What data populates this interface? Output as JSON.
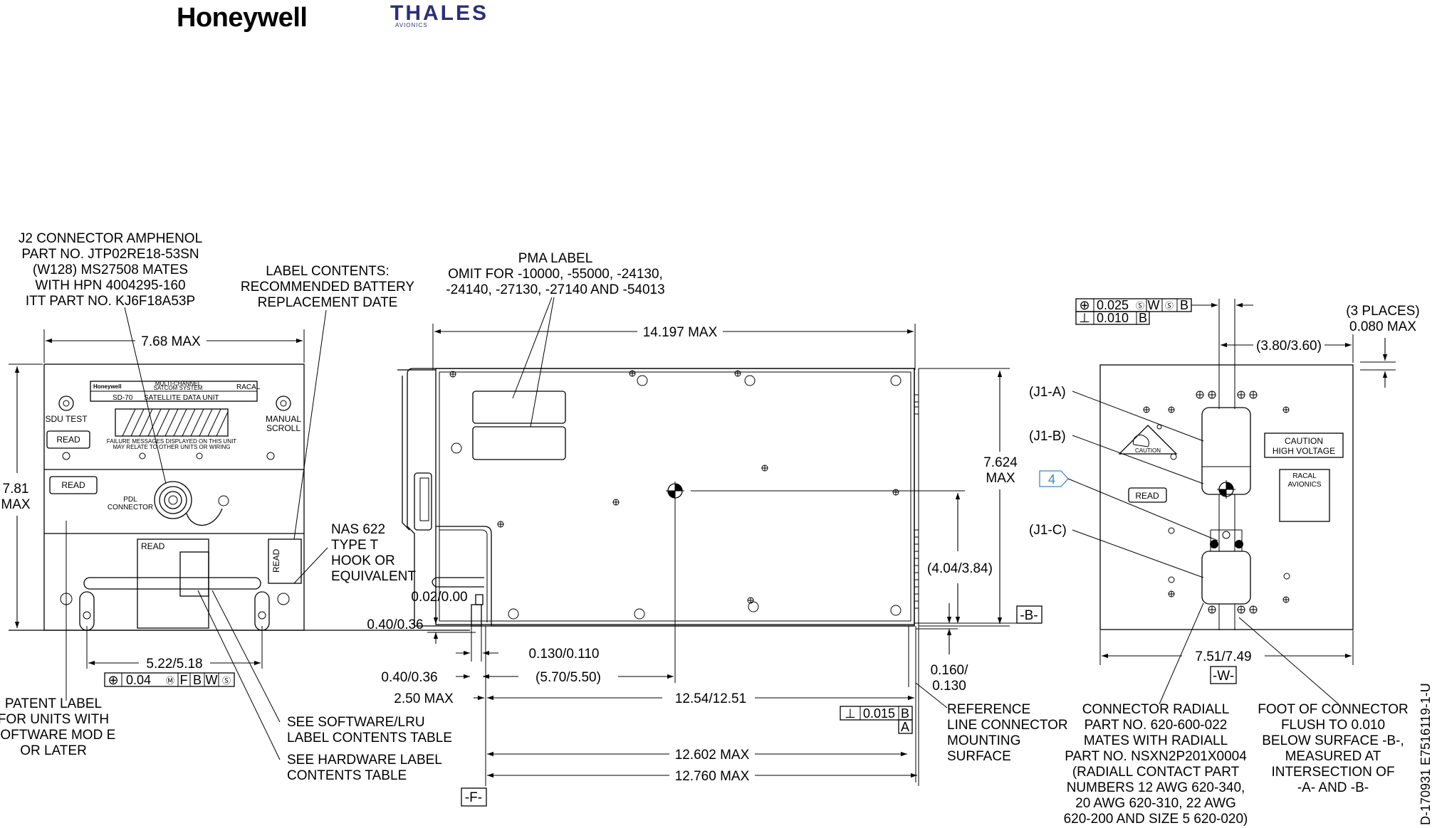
{
  "logos": {
    "honeywell": "Honeywell",
    "thales": "THALES",
    "thales_sub": "AVIONICS"
  },
  "front_view": {
    "j2_connector_note": [
      "J2 CONNECTOR AMPHENOL",
      "PART NO. JTP02RE18-53SN",
      "(W128) MS27508 MATES",
      "WITH HPN 4004295-160",
      "ITT PART NO. KJ6F18A53P"
    ],
    "label_contents_note": [
      "LABEL CONTENTS:",
      "RECOMMENDED BATTERY",
      "REPLACEMENT DATE"
    ],
    "width_dim": "7.68 MAX",
    "height_dim": [
      "7.81",
      "MAX"
    ],
    "panel_brand": "Honeywell",
    "panel_system": [
      "MULTI-CHANNEL",
      "SATCOM SYSTEM"
    ],
    "panel_racal": "RACAL",
    "panel_model": "SD-70",
    "panel_title": "SATELLITE DATA UNIT",
    "sdu_test": "SDU TEST",
    "manual_scroll": [
      "MANUAL",
      "SCROLL"
    ],
    "read_label": "READ",
    "failure_msg": [
      "FAILURE MESSAGES DISPLAYED ON THIS UNIT",
      "MAY RELATE TO OTHER UNITS OR WIRING"
    ],
    "pdl_connector": [
      "PDL",
      "CONNECTOR"
    ],
    "hole_dim": "5.22/5.18",
    "tolerance": [
      "⊕",
      "0.04",
      "Ⓜ",
      "F",
      "B",
      "W",
      "Ⓢ"
    ],
    "patent_note": [
      "PATENT LABEL",
      "FOR UNITS WITH",
      "SOFTWARE MOD E",
      "OR LATER"
    ],
    "software_note": [
      "SEE SOFTWARE/LRU",
      "LABEL CONTENTS TABLE"
    ],
    "hardware_note": [
      "SEE HARDWARE LABEL",
      "CONTENTS TABLE"
    ]
  },
  "side_view": {
    "pma_note": [
      "PMA LABEL",
      "OMIT FOR -10000, -55000, -24130,",
      "-24140, -27130, -27140 AND -54013"
    ],
    "length_dim": "14.197 MAX",
    "height_dim": [
      "7.624",
      "MAX"
    ],
    "nas_note": [
      "NAS 622",
      "TYPE T",
      "HOOK OR",
      "EQUIVALENT"
    ],
    "d1": "0.02/0.00",
    "d2": "0.40/0.36",
    "d3": "0.40/0.36",
    "d4": "2.50 MAX",
    "d5": "0.130/0.110",
    "d6": "(5.70/5.50)",
    "d7": "12.54/12.51",
    "d8": "(4.04/3.84)",
    "d9": [
      "0.160/",
      "0.130"
    ],
    "d10": "12.602 MAX",
    "d11": "12.760 MAX",
    "datum_b": "-B-",
    "datum_f": "-F-",
    "perp_tol": [
      "⊥",
      "0.015",
      "B"
    ],
    "datum_a": "A",
    "ref_note": [
      "REFERENCE",
      "LINE CONNECTOR",
      "MOUNTING",
      "SURFACE"
    ]
  },
  "rear_view": {
    "tol1": [
      "⊕",
      "0.025",
      "Ⓢ",
      "W",
      "Ⓢ",
      "B"
    ],
    "tol2": [
      "⊥",
      "0.010",
      "B"
    ],
    "places_note": [
      "(3 PLACES)",
      "0.080 MAX"
    ],
    "d1": "(3.80/3.60)",
    "j1a": "(J1-A)",
    "j1b": "(J1-B)",
    "j1c": "(J1-C)",
    "flag": "4",
    "caution_label": "CAUTION",
    "caution_hv": [
      "CAUTION",
      "HIGH VOLTAGE"
    ],
    "racal_avionics": [
      "RACAL",
      "AVIONICS"
    ],
    "read_label": "READ",
    "width_dim": "7.51/7.49",
    "datum_w": "-W-",
    "connector_note": [
      "CONNECTOR RADIALL",
      "PART NO. 620-600-022",
      "MATES WITH RADIALL",
      "PART NO. NSXN2P201X0004",
      "(RADIALL CONTACT PART",
      "NUMBERS 12 AWG 620-340,",
      "20 AWG 620-310, 22 AWG",
      "620-200 AND SIZE 5 620-020)"
    ],
    "foot_note": [
      "FOOT OF CONNECTOR",
      "FLUSH TO 0.010",
      "BELOW SURFACE -B-,",
      "MEASURED AT",
      "INTERSECTION OF",
      "-A- AND -B-"
    ]
  },
  "drawing_id": "D-170931   E7516119-1-U"
}
